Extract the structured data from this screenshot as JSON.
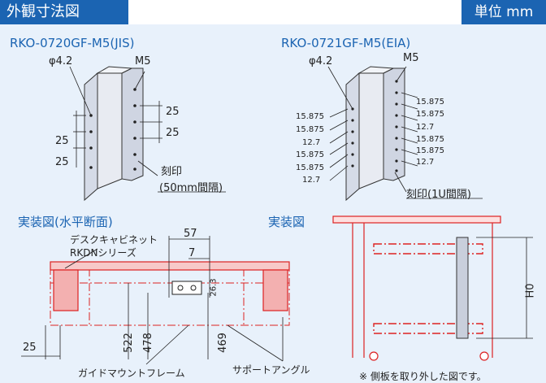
{
  "header": {
    "title": "外観寸法図",
    "unit": "単位 mm"
  },
  "left_fig": {
    "model": "RKO-0720GF-M5(JIS)",
    "hole": "φ4.2",
    "screw": "M5",
    "dims_right": [
      "25",
      "25"
    ],
    "dims_left": [
      "25",
      "25"
    ],
    "mark_label": "刻印",
    "mark_note": "(50mm間隔)"
  },
  "right_fig": {
    "model": "RKO-0721GF-M5(EIA)",
    "hole": "φ4.2",
    "screw": "M5",
    "dims_left": [
      "15.875",
      "15.875",
      "12.7",
      "15.875",
      "15.875",
      "12.7"
    ],
    "dims_right": [
      "15.875",
      "15.875",
      "12.7",
      "15.875",
      "15.875",
      "12.7"
    ],
    "mark_note": "刻印(1U間隔)"
  },
  "section": {
    "title": "実装図(水平断面)",
    "cabinet": "デスクキャビネット",
    "series": "RKDNシリーズ",
    "dim_57": "57",
    "dim_7": "7",
    "dim_263": "26.3",
    "dim_522": "522",
    "dim_478": "478",
    "dim_469": "469",
    "dim_25": "25",
    "frame": "ガイドマウントフレーム",
    "angle": "サポートアングル"
  },
  "install": {
    "title": "実装図",
    "h0": "H0",
    "note": "※ 側板を取り外した図です。"
  }
}
